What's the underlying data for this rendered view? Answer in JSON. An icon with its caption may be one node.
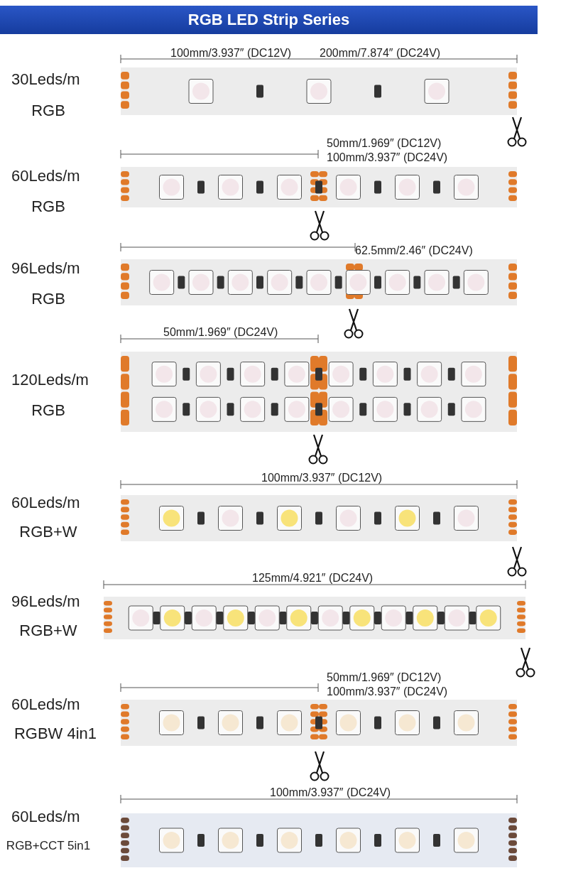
{
  "diagram": {
    "title": "RGB LED Strip Series",
    "labels": [
      "100mm/3.937″ (DC12V)",
      "200mm/7.874″ (DC24V)",
      "30Leds/m",
      "RGB",
      "50mm/1.969″ (DC12V)",
      "100mm/3.937″ (DC24V)",
      "60Leds/m",
      "RGB",
      "62.5mm/2.46″ (DC24V)",
      "96Leds/m",
      "RGB",
      "50mm/1.969″ (DC24V)",
      "120Leds/m",
      "RGB",
      "100mm/3.937″ (DC12V)",
      "60Leds/m",
      "RGB+W",
      "125mm/4.921″ (DC24V)",
      "96Leds/m",
      "RGB+W",
      "50mm/1.969″ (DC12V)",
      "100mm/3.937″ (DC24V)",
      "60Leds/m",
      "RGBW 4in1",
      "100mm/3.937″ (DC24V)",
      "60Leds/m",
      "RGB+CCT 5in1"
    ]
  }
}
